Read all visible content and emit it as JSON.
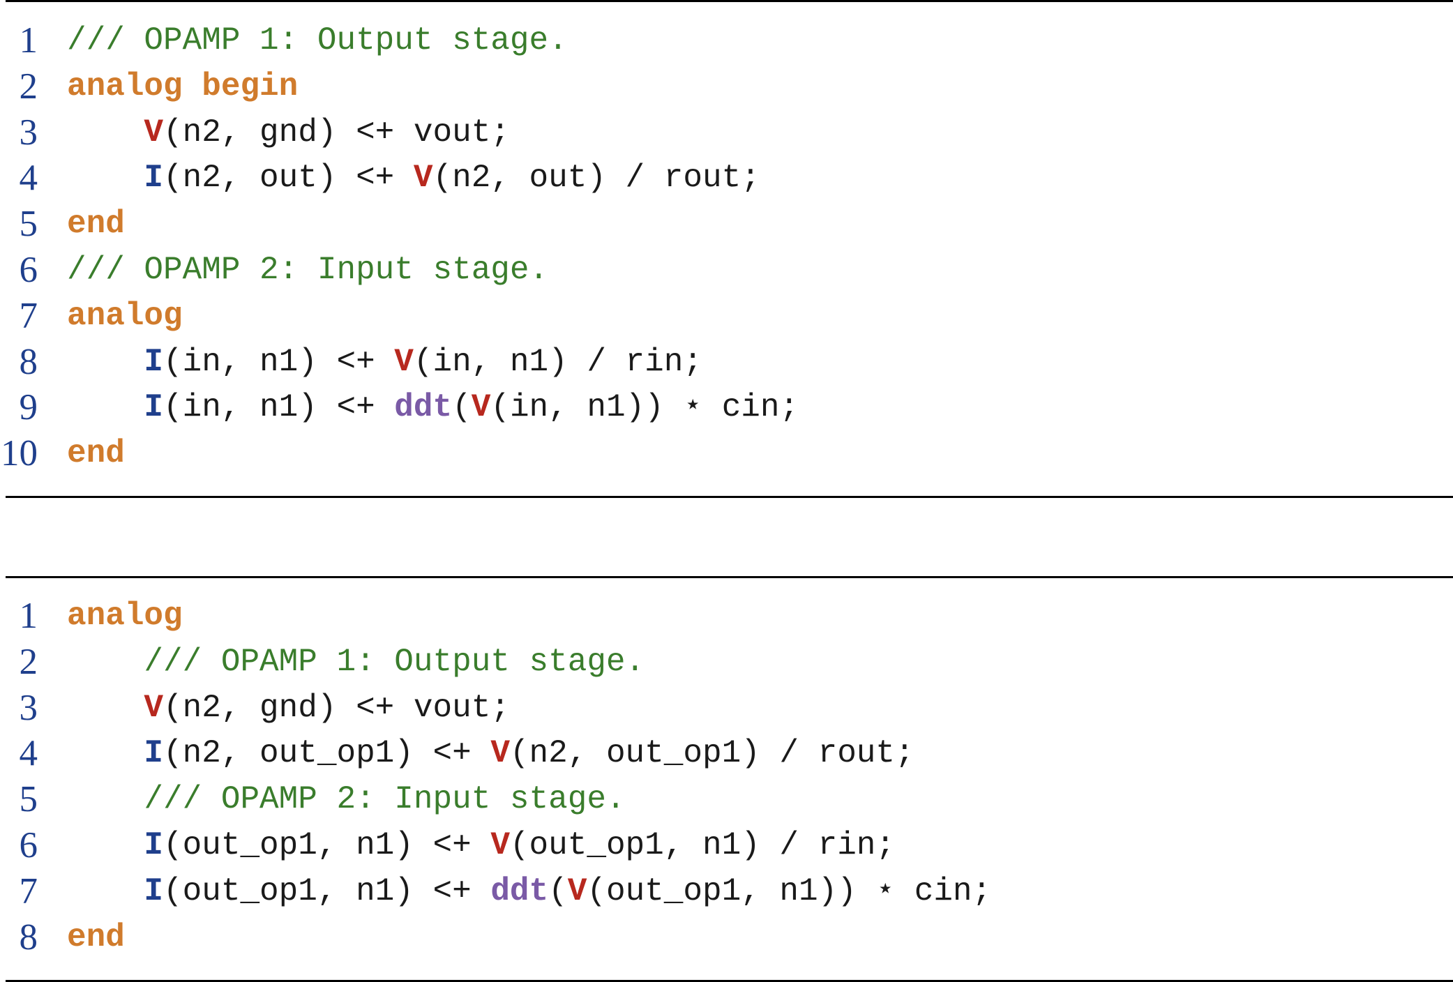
{
  "colors": {
    "comment": "#3a7d2c",
    "keyword": "#d07b2c",
    "voltage": "#b7281e",
    "current": "#1f3f8c",
    "function": "#7a5aa6",
    "line_number": "#1f3f8c",
    "text": "#1a1a1a",
    "rule": "#000000"
  },
  "listings": [
    {
      "lines": [
        {
          "num": "1",
          "tokens": [
            {
              "t": "/// OPAMP 1: Output stage.",
              "k": "comment"
            }
          ]
        },
        {
          "num": "2",
          "tokens": [
            {
              "t": "analog begin",
              "k": "keyword"
            }
          ]
        },
        {
          "num": "3",
          "tokens": [
            {
              "t": "    ",
              "k": "plain"
            },
            {
              "t": "V",
              "k": "voltage"
            },
            {
              "t": "(n2, gnd) <+ vout;",
              "k": "plain"
            }
          ]
        },
        {
          "num": "4",
          "tokens": [
            {
              "t": "    ",
              "k": "plain"
            },
            {
              "t": "I",
              "k": "current"
            },
            {
              "t": "(n2, out) <+ ",
              "k": "plain"
            },
            {
              "t": "V",
              "k": "voltage"
            },
            {
              "t": "(n2, out) / rout;",
              "k": "plain"
            }
          ]
        },
        {
          "num": "5",
          "tokens": [
            {
              "t": "end",
              "k": "keyword"
            }
          ]
        },
        {
          "num": "6",
          "tokens": [
            {
              "t": "/// OPAMP 2: Input stage.",
              "k": "comment"
            }
          ]
        },
        {
          "num": "7",
          "tokens": [
            {
              "t": "analog",
              "k": "keyword"
            }
          ]
        },
        {
          "num": "8",
          "tokens": [
            {
              "t": "    ",
              "k": "plain"
            },
            {
              "t": "I",
              "k": "current"
            },
            {
              "t": "(in, n1) <+ ",
              "k": "plain"
            },
            {
              "t": "V",
              "k": "voltage"
            },
            {
              "t": "(in, n1) / rin;",
              "k": "plain"
            }
          ]
        },
        {
          "num": "9",
          "tokens": [
            {
              "t": "    ",
              "k": "plain"
            },
            {
              "t": "I",
              "k": "current"
            },
            {
              "t": "(in, n1) <+ ",
              "k": "plain"
            },
            {
              "t": "ddt",
              "k": "func"
            },
            {
              "t": "(",
              "k": "plain"
            },
            {
              "t": "V",
              "k": "voltage"
            },
            {
              "t": "(in, n1)) ⋆ cin;",
              "k": "plain"
            }
          ]
        },
        {
          "num": "10",
          "tokens": [
            {
              "t": "end",
              "k": "keyword"
            }
          ]
        }
      ]
    },
    {
      "lines": [
        {
          "num": "1",
          "tokens": [
            {
              "t": "analog",
              "k": "keyword"
            }
          ]
        },
        {
          "num": "2",
          "tokens": [
            {
              "t": "    ",
              "k": "plain"
            },
            {
              "t": "/// OPAMP 1: Output stage.",
              "k": "comment"
            }
          ]
        },
        {
          "num": "3",
          "tokens": [
            {
              "t": "    ",
              "k": "plain"
            },
            {
              "t": "V",
              "k": "voltage"
            },
            {
              "t": "(n2, gnd) <+ vout;",
              "k": "plain"
            }
          ]
        },
        {
          "num": "4",
          "tokens": [
            {
              "t": "    ",
              "k": "plain"
            },
            {
              "t": "I",
              "k": "current"
            },
            {
              "t": "(n2, out_op1) <+ ",
              "k": "plain"
            },
            {
              "t": "V",
              "k": "voltage"
            },
            {
              "t": "(n2, out_op1) / rout;",
              "k": "plain"
            }
          ]
        },
        {
          "num": "5",
          "tokens": [
            {
              "t": "    ",
              "k": "plain"
            },
            {
              "t": "/// OPAMP 2: Input stage.",
              "k": "comment"
            }
          ]
        },
        {
          "num": "6",
          "tokens": [
            {
              "t": "    ",
              "k": "plain"
            },
            {
              "t": "I",
              "k": "current"
            },
            {
              "t": "(out_op1, n1) <+ ",
              "k": "plain"
            },
            {
              "t": "V",
              "k": "voltage"
            },
            {
              "t": "(out_op1, n1) / rin;",
              "k": "plain"
            }
          ]
        },
        {
          "num": "7",
          "tokens": [
            {
              "t": "    ",
              "k": "plain"
            },
            {
              "t": "I",
              "k": "current"
            },
            {
              "t": "(out_op1, n1) <+ ",
              "k": "plain"
            },
            {
              "t": "ddt",
              "k": "func"
            },
            {
              "t": "(",
              "k": "plain"
            },
            {
              "t": "V",
              "k": "voltage"
            },
            {
              "t": "(out_op1, n1)) ⋆ cin;",
              "k": "plain"
            }
          ]
        },
        {
          "num": "8",
          "tokens": [
            {
              "t": "end",
              "k": "keyword"
            }
          ]
        }
      ]
    }
  ]
}
